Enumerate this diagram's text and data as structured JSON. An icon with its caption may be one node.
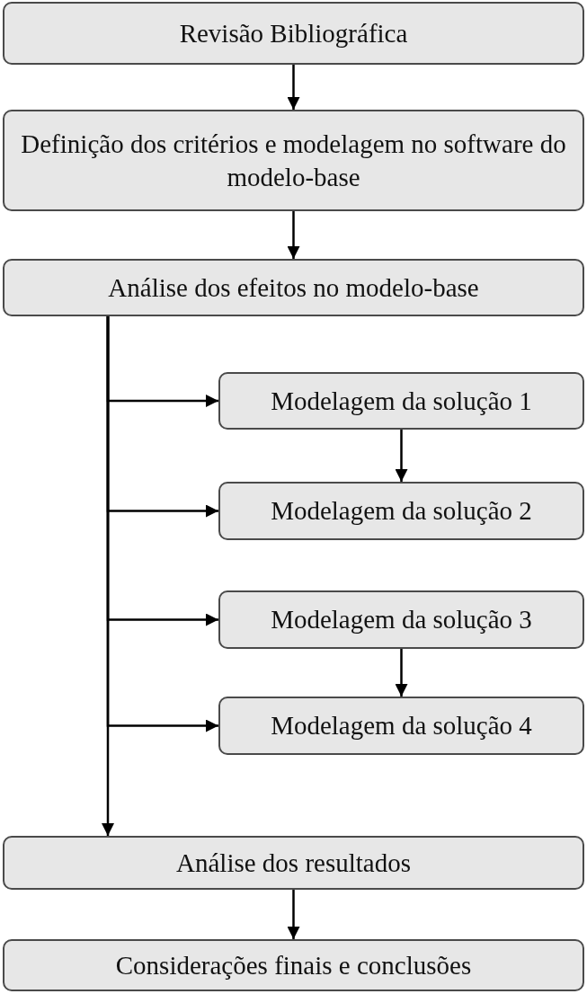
{
  "diagram": {
    "nodes": [
      {
        "text": [
          "Revisão Bibliográfica"
        ]
      },
      {
        "text": [
          "Definição dos critérios e modelagem no software do modelo-base"
        ]
      },
      {
        "text": [
          "Análise dos efeitos no modelo-base"
        ]
      },
      {
        "text": [
          "Modelagem da solução 1"
        ]
      },
      {
        "text": [
          "Modelagem da solução 2"
        ]
      },
      {
        "text": [
          "Modelagem da solução 3"
        ]
      },
      {
        "text": [
          "Modelagem da solução 4"
        ]
      },
      {
        "text": [
          "Análise dos resultados"
        ]
      },
      {
        "text": [
          "Considerações finais e conclusões"
        ]
      }
    ],
    "edges": [
      {
        "from": 0,
        "to": 1,
        "arrow": "to"
      },
      {
        "from": 1,
        "to": 2,
        "arrow": "to"
      },
      {
        "from": 2,
        "to": 7,
        "arrow": "to"
      },
      {
        "from": 2,
        "to": 3,
        "arrow": "to"
      },
      {
        "from": 2,
        "to": 4,
        "arrow": "to"
      },
      {
        "from": 2,
        "to": 5,
        "arrow": "to"
      },
      {
        "from": 2,
        "to": 6,
        "arrow": "to"
      },
      {
        "from": 3,
        "to": 4,
        "arrow": "to"
      },
      {
        "from": 5,
        "to": 6,
        "arrow": "to"
      },
      {
        "from": 7,
        "to": 8,
        "arrow": "to"
      }
    ]
  }
}
